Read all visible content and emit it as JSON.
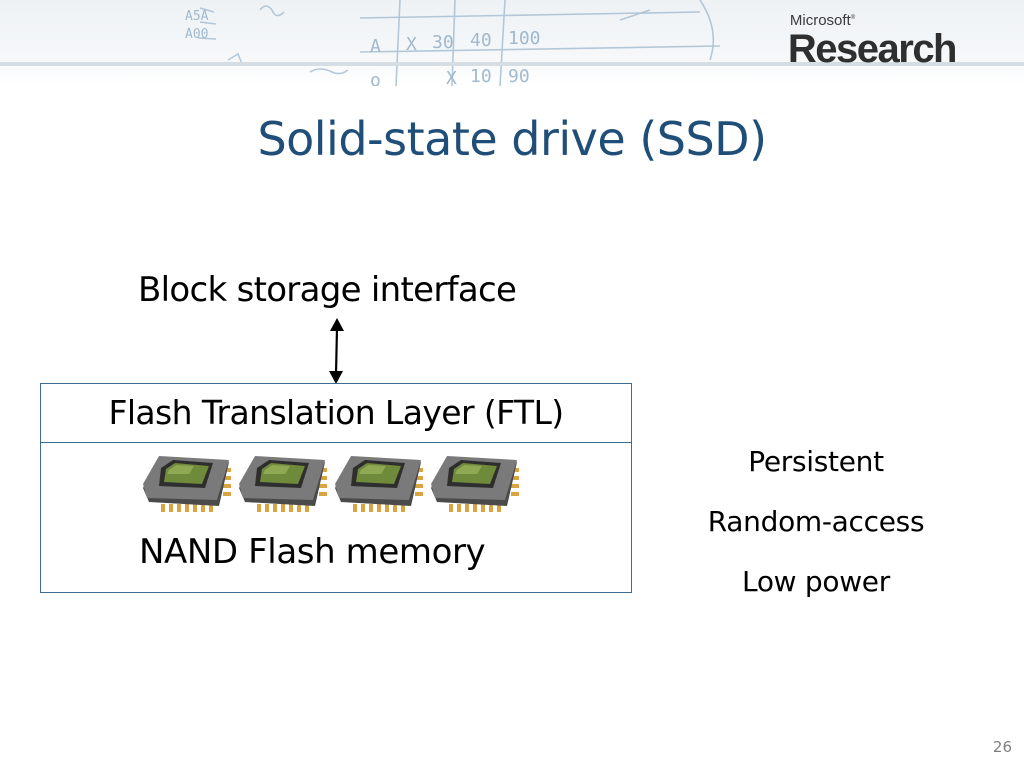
{
  "logo": {
    "company": "Microsoft",
    "trademark": "®",
    "division": "Research"
  },
  "slide": {
    "title": "Solid-state drive (SSD)",
    "page_number": "26"
  },
  "diagram": {
    "interface_label": "Block storage interface",
    "ftl_label": "Flash Translation Layer (FTL)",
    "memory_label": "NAND Flash memory",
    "chip_count": 4,
    "properties": [
      "Persistent",
      "Random-access",
      "Low power"
    ]
  },
  "colors": {
    "title": "#1f4e79",
    "box_border": "#3d6b92",
    "chip_body": "#6e6e6e",
    "chip_die": "#6f8a3a",
    "chip_pins": "#d9a441"
  }
}
